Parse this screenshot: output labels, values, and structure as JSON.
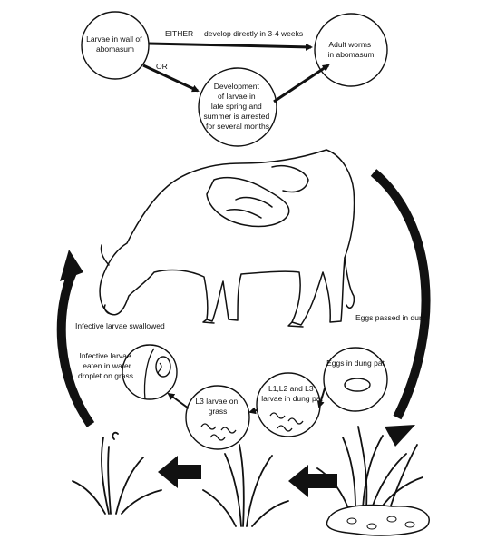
{
  "diagram": {
    "top": {
      "node_larvae_wall": [
        "Larvae in wall of",
        "abomasum"
      ],
      "node_development_arrested": [
        "Development",
        "of larvae in",
        "late spring and",
        "summer is arrested",
        "for several months"
      ],
      "node_adult_worms": [
        "Adult worms",
        "in abomasum"
      ],
      "either_label": "EITHER",
      "direct_label": "develop directly in 3-4 weeks",
      "or_label": "OR"
    },
    "cycle": {
      "eggs_passed_label": "Eggs passed in dung",
      "infective_swallowed_label": "Infective larvae swallowed",
      "stage_eggs_in_dung": [
        "Eggs in dung pat"
      ],
      "stage_l1_l3": [
        "L1,L2 and L3",
        "larvae in dung pat"
      ],
      "stage_l3_grass": [
        "L3 larvae on",
        "grass"
      ],
      "stage_water_droplet": [
        "Infective larvae",
        "eaten in water",
        "droplet on grass"
      ]
    },
    "colors": {
      "ink": "#111111",
      "background": "#ffffff"
    },
    "icons": [
      "cow-illustration",
      "grass-tuft",
      "dung-pat",
      "larvae-squiggle",
      "circle-node"
    ]
  }
}
